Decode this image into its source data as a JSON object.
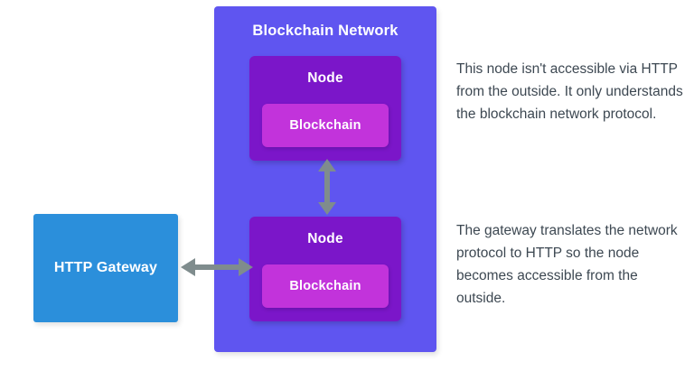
{
  "diagram": {
    "title": "Blockchain Network HTTP Gateway Diagram",
    "colors": {
      "network_background": "#5f55f0",
      "node_background": "#7b16c9",
      "blockchain_background": "#c233db",
      "gateway_background": "#2b8fdb",
      "arrow": "#7f8c8d",
      "note_text": "#3d4852",
      "page_background": "#ffffff"
    }
  },
  "network": {
    "label": "Blockchain Network",
    "nodes": [
      {
        "label": "Node",
        "inner_label": "Blockchain"
      },
      {
        "label": "Node",
        "inner_label": "Blockchain"
      }
    ]
  },
  "gateway": {
    "label": "HTTP Gateway"
  },
  "arrows": [
    {
      "name": "node-to-node-arrow",
      "orientation": "vertical",
      "double_headed": true
    },
    {
      "name": "gateway-to-node-arrow",
      "orientation": "horizontal",
      "double_headed": true
    }
  ],
  "notes": [
    {
      "text": "This node isn't accessible via HTTP from the outside. It only understands the blockchain network protocol."
    },
    {
      "text": "The gateway translates the network protocol to HTTP so the node becomes accessible from the outside."
    }
  ]
}
